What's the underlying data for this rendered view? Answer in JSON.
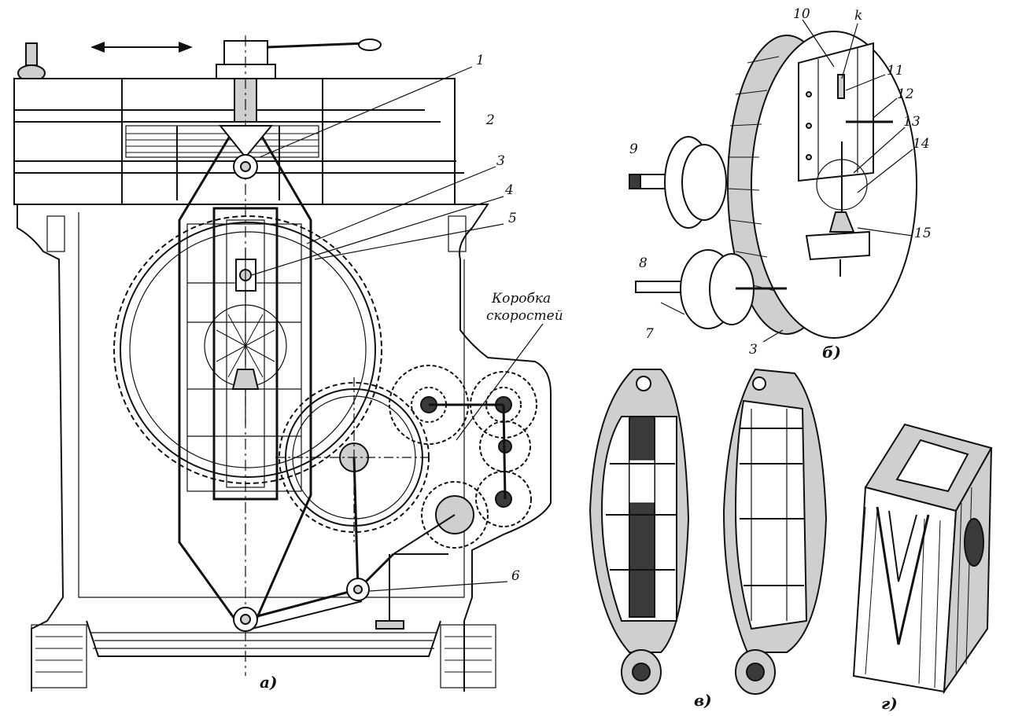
{
  "figure": {
    "panels": [
      {
        "id": "a",
        "caption": "а)"
      },
      {
        "id": "b",
        "caption": "б)"
      },
      {
        "id": "v",
        "caption": "в)"
      },
      {
        "id": "g",
        "caption": "г)"
      }
    ],
    "labels_a": [
      "1",
      "2",
      "3",
      "4",
      "5",
      "6"
    ],
    "gearbox_label": [
      "Коробка",
      "скоростей"
    ],
    "labels_b": [
      "10",
      "k",
      "11",
      "12",
      "13",
      "14",
      "15",
      "9",
      "8",
      "7",
      "3"
    ]
  }
}
